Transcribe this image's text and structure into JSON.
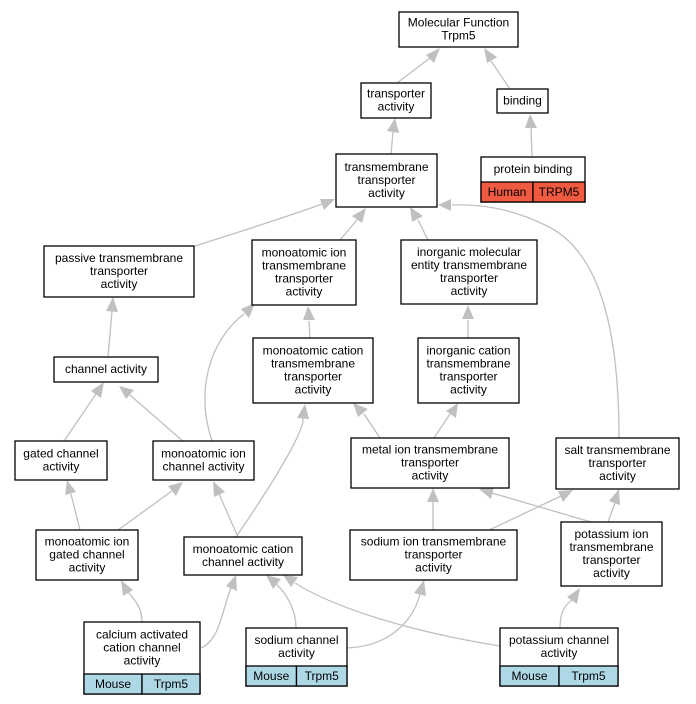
{
  "nodes": {
    "mf": [
      "Molecular Function",
      "Trpm5"
    ],
    "transporter": [
      "transporter",
      "activity"
    ],
    "binding": [
      "binding"
    ],
    "protein_binding": {
      "label": [
        "protein binding"
      ],
      "annotation": {
        "species": "Human",
        "gene": "TRPM5",
        "color": "#f05a40"
      }
    },
    "tm_transporter": [
      "transmembrane",
      "transporter",
      "activity"
    ],
    "passive": [
      "passive transmembrane",
      "transporter",
      "activity"
    ],
    "mono_ion_tm": [
      "monoatomic ion",
      "transmembrane",
      "transporter",
      "activity"
    ],
    "inorg_mol": [
      "inorganic molecular",
      "entity transmembrane",
      "transporter",
      "activity"
    ],
    "channel": [
      "channel activity"
    ],
    "mono_cation_tm": [
      "monoatomic cation",
      "transmembrane",
      "transporter",
      "activity"
    ],
    "inorg_cation": [
      "inorganic cation",
      "transmembrane",
      "transporter",
      "activity"
    ],
    "gated": [
      "gated channel",
      "activity"
    ],
    "mono_ion_channel": [
      "monoatomic ion",
      "channel activity"
    ],
    "metal_ion": [
      "metal ion transmembrane",
      "transporter",
      "activity"
    ],
    "salt": [
      "salt transmembrane",
      "transporter",
      "activity"
    ],
    "mono_ion_gated": [
      "monoatomic ion",
      "gated channel",
      "activity"
    ],
    "mono_cation_channel": [
      "monoatomic cation",
      "channel activity"
    ],
    "sodium_ion": [
      "sodium ion transmembrane",
      "transporter",
      "activity"
    ],
    "potassium_ion": [
      "potassium ion",
      "transmembrane",
      "transporter",
      "activity"
    ],
    "calcium": {
      "label": [
        "calcium activated",
        "cation channel",
        "activity"
      ],
      "annotation": {
        "species": "Mouse",
        "gene": "Trpm5",
        "color": "#aed8e6"
      }
    },
    "sodium_channel": {
      "label": [
        "sodium channel",
        "activity"
      ],
      "annotation": {
        "species": "Mouse",
        "gene": "Trpm5",
        "color": "#aed8e6"
      }
    },
    "potassium_channel": {
      "label": [
        "potassium channel",
        "activity"
      ],
      "annotation": {
        "species": "Mouse",
        "gene": "Trpm5",
        "color": "#aed8e6"
      }
    }
  },
  "edges": [
    [
      "transporter",
      "mf"
    ],
    [
      "binding",
      "mf"
    ],
    [
      "protein_binding",
      "binding"
    ],
    [
      "tm_transporter",
      "transporter"
    ],
    [
      "passive",
      "tm_transporter"
    ],
    [
      "mono_ion_tm",
      "tm_transporter"
    ],
    [
      "inorg_mol",
      "tm_transporter"
    ],
    [
      "salt",
      "tm_transporter"
    ],
    [
      "channel",
      "passive"
    ],
    [
      "mono_cation_tm",
      "mono_ion_tm"
    ],
    [
      "mono_ion_channel",
      "mono_ion_tm"
    ],
    [
      "inorg_cation",
      "inorg_mol"
    ],
    [
      "gated",
      "channel"
    ],
    [
      "mono_ion_channel",
      "channel"
    ],
    [
      "metal_ion",
      "mono_cation_tm"
    ],
    [
      "metal_ion",
      "inorg_cation"
    ],
    [
      "mono_cation_channel",
      "mono_cation_tm"
    ],
    [
      "mono_ion_gated",
      "gated"
    ],
    [
      "mono_ion_gated",
      "mono_ion_channel"
    ],
    [
      "mono_cation_channel",
      "mono_ion_channel"
    ],
    [
      "sodium_ion",
      "metal_ion"
    ],
    [
      "potassium_ion",
      "metal_ion"
    ],
    [
      "sodium_ion",
      "salt"
    ],
    [
      "potassium_ion",
      "salt"
    ],
    [
      "calcium",
      "mono_ion_gated"
    ],
    [
      "calcium",
      "mono_cation_channel"
    ],
    [
      "sodium_channel",
      "mono_cation_channel"
    ],
    [
      "sodium_channel",
      "sodium_ion"
    ],
    [
      "potassium_channel",
      "mono_cation_channel"
    ],
    [
      "potassium_channel",
      "potassium_ion"
    ]
  ]
}
